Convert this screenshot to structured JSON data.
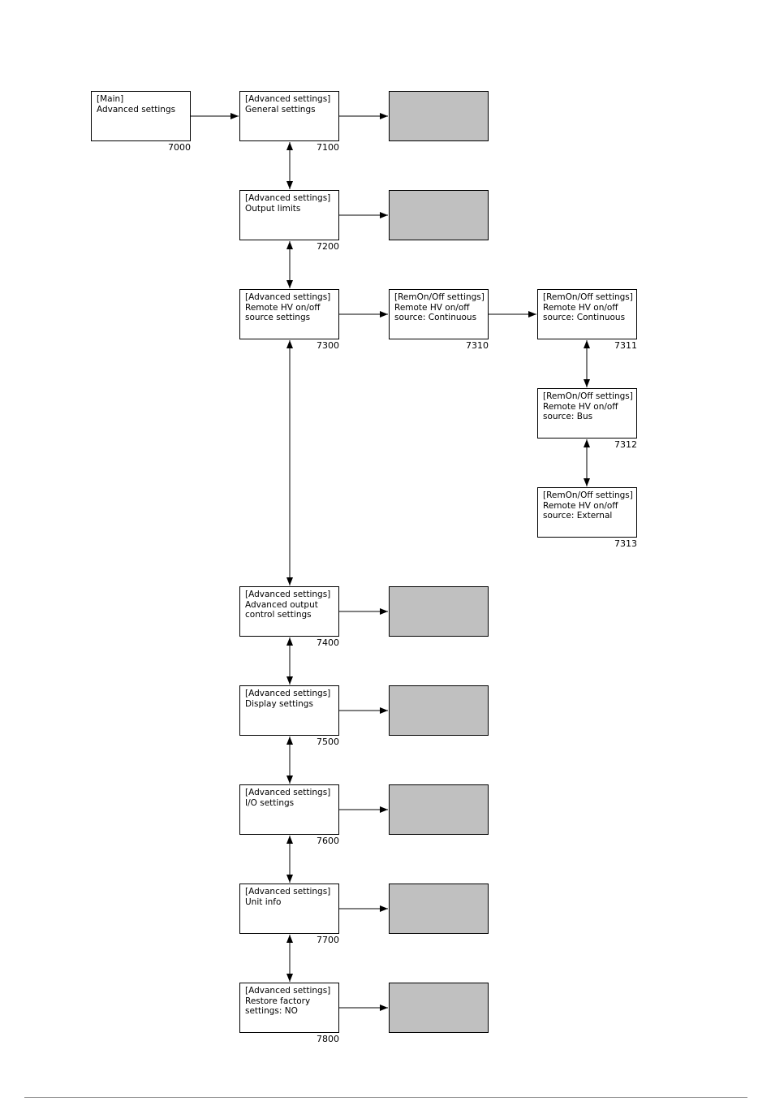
{
  "colors": {
    "line": "#000000",
    "placeholder_fill": "#c0c0c0",
    "footer_rule": "#9a9a9a"
  },
  "nodes": {
    "n7000": {
      "lines": [
        "[Main]",
        "Advanced settings"
      ],
      "id": "7000"
    },
    "n7100": {
      "lines": [
        "[Advanced settings]",
        "General settings"
      ],
      "id": "7100"
    },
    "n7200": {
      "lines": [
        "[Advanced settings]",
        "Output limits"
      ],
      "id": "7200"
    },
    "n7300": {
      "lines": [
        "[Advanced settings]",
        "Remote HV on/off",
        "source settings"
      ],
      "id": "7300"
    },
    "n7310": {
      "lines": [
        "[RemOn/Off settings]",
        "Remote HV on/off",
        "source: Continuous"
      ],
      "id": "7310"
    },
    "n7311": {
      "lines": [
        "[RemOn/Off settings]",
        "Remote HV on/off",
        "source: Continuous"
      ],
      "id": "7311"
    },
    "n7312": {
      "lines": [
        "[RemOn/Off settings]",
        "Remote HV on/off",
        "source: Bus"
      ],
      "id": "7312"
    },
    "n7313": {
      "lines": [
        "[RemOn/Off settings]",
        "Remote HV on/off",
        "source: External"
      ],
      "id": "7313"
    },
    "n7400": {
      "lines": [
        "[Advanced settings]",
        "Advanced output",
        "control settings"
      ],
      "id": "7400"
    },
    "n7500": {
      "lines": [
        "[Advanced settings]",
        "Display settings"
      ],
      "id": "7500"
    },
    "n7600": {
      "lines": [
        "[Advanced settings]",
        "I/O settings"
      ],
      "id": "7600"
    },
    "n7700": {
      "lines": [
        "[Advanced settings]",
        "Unit info"
      ],
      "id": "7700"
    },
    "n7800": {
      "lines": [
        "[Advanced settings]",
        "Restore factory",
        "settings: NO"
      ],
      "id": "7800"
    }
  }
}
